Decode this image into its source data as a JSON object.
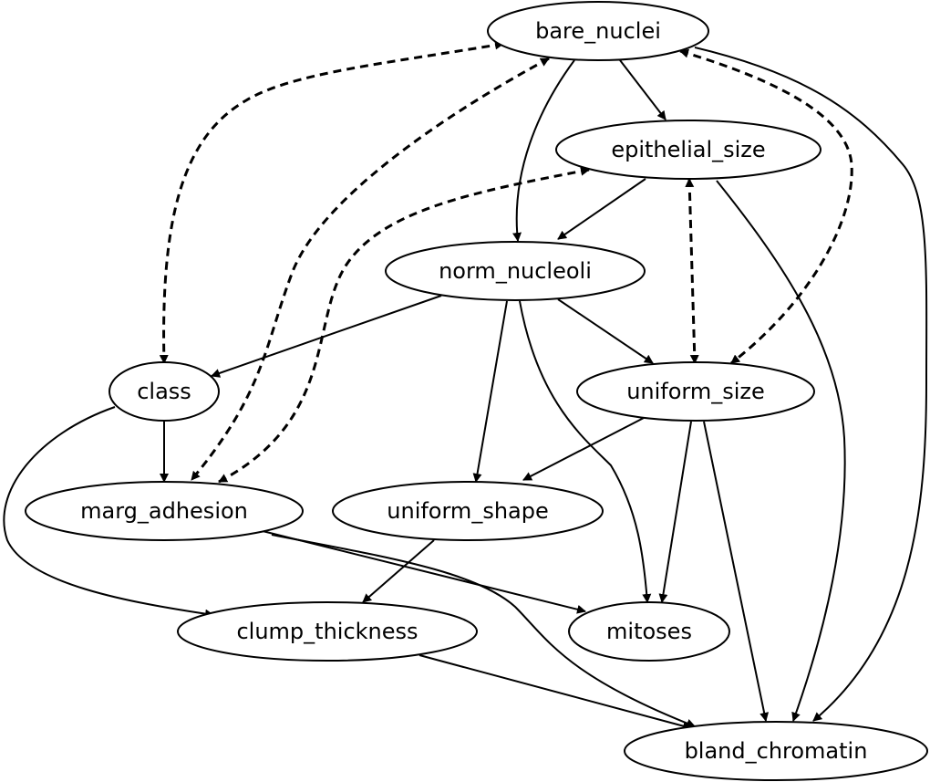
{
  "nodes": [
    {
      "id": "bare_nuclei",
      "label": "bare_nuclei"
    },
    {
      "id": "epithelial_size",
      "label": "epithelial_size"
    },
    {
      "id": "norm_nucleoli",
      "label": "norm_nucleoli"
    },
    {
      "id": "class",
      "label": "class"
    },
    {
      "id": "uniform_size",
      "label": "uniform_size"
    },
    {
      "id": "marg_adhesion",
      "label": "marg_adhesion"
    },
    {
      "id": "uniform_shape",
      "label": "uniform_shape"
    },
    {
      "id": "clump_thickness",
      "label": "clump_thickness"
    },
    {
      "id": "mitoses",
      "label": "mitoses"
    },
    {
      "id": "bland_chromatin",
      "label": "bland_chromatin"
    }
  ],
  "edges": [
    {
      "from": "bare_nuclei",
      "to": "epithelial_size",
      "style": "solid",
      "dir": "forward"
    },
    {
      "from": "bare_nuclei",
      "to": "norm_nucleoli",
      "style": "solid",
      "dir": "forward"
    },
    {
      "from": "bare_nuclei",
      "to": "bland_chromatin",
      "style": "solid",
      "dir": "forward"
    },
    {
      "from": "bare_nuclei",
      "to": "class",
      "style": "dashed",
      "dir": "both"
    },
    {
      "from": "bare_nuclei",
      "to": "marg_adhesion",
      "style": "dashed",
      "dir": "both"
    },
    {
      "from": "bare_nuclei",
      "to": "uniform_size",
      "style": "dashed",
      "dir": "both"
    },
    {
      "from": "epithelial_size",
      "to": "norm_nucleoli",
      "style": "solid",
      "dir": "forward"
    },
    {
      "from": "epithelial_size",
      "to": "bland_chromatin",
      "style": "solid",
      "dir": "forward"
    },
    {
      "from": "epithelial_size",
      "to": "marg_adhesion",
      "style": "dashed",
      "dir": "both"
    },
    {
      "from": "epithelial_size",
      "to": "uniform_size",
      "style": "dashed",
      "dir": "both"
    },
    {
      "from": "norm_nucleoli",
      "to": "class",
      "style": "solid",
      "dir": "forward"
    },
    {
      "from": "norm_nucleoli",
      "to": "uniform_size",
      "style": "solid",
      "dir": "forward"
    },
    {
      "from": "norm_nucleoli",
      "to": "uniform_shape",
      "style": "solid",
      "dir": "forward"
    },
    {
      "from": "norm_nucleoli",
      "to": "mitoses",
      "style": "solid",
      "dir": "forward"
    },
    {
      "from": "class",
      "to": "marg_adhesion",
      "style": "solid",
      "dir": "forward"
    },
    {
      "from": "class",
      "to": "clump_thickness",
      "style": "solid",
      "dir": "forward"
    },
    {
      "from": "uniform_size",
      "to": "uniform_shape",
      "style": "solid",
      "dir": "forward"
    },
    {
      "from": "uniform_size",
      "to": "mitoses",
      "style": "solid",
      "dir": "forward"
    },
    {
      "from": "uniform_size",
      "to": "bland_chromatin",
      "style": "solid",
      "dir": "forward"
    },
    {
      "from": "marg_adhesion",
      "to": "mitoses",
      "style": "solid",
      "dir": "forward"
    },
    {
      "from": "marg_adhesion",
      "to": "bland_chromatin",
      "style": "solid",
      "dir": "forward"
    },
    {
      "from": "uniform_shape",
      "to": "clump_thickness",
      "style": "solid",
      "dir": "forward"
    },
    {
      "from": "clump_thickness",
      "to": "bland_chromatin",
      "style": "solid",
      "dir": "forward"
    }
  ]
}
